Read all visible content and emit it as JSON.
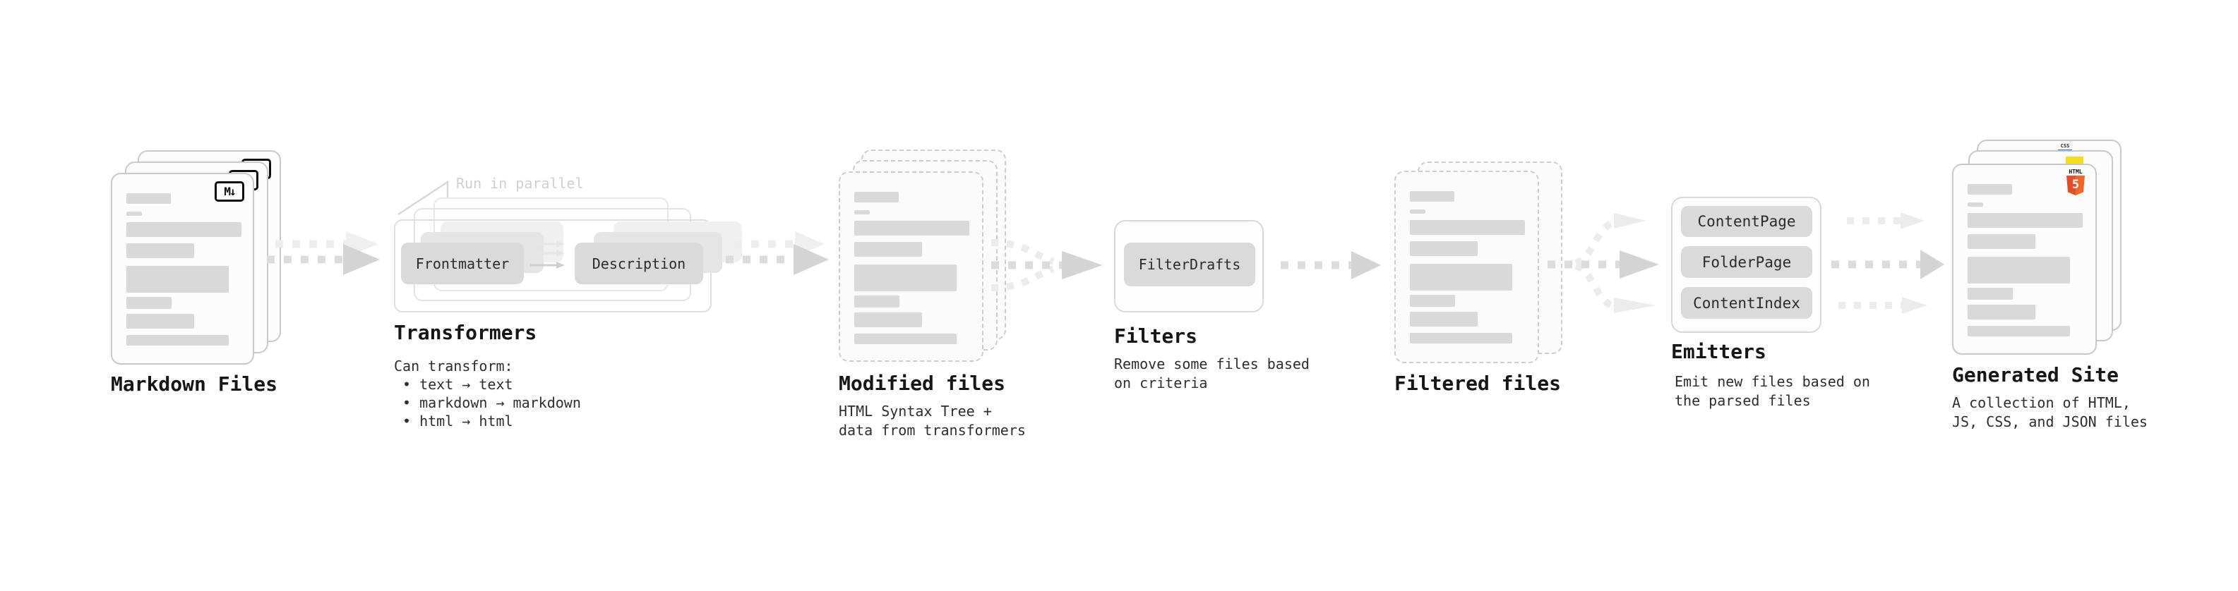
{
  "stages": {
    "markdown": {
      "title": "Markdown Files",
      "icon_text": "M↓"
    },
    "transformers": {
      "title": "Transformers",
      "note": "Run in parallel",
      "box_a": "Frontmatter",
      "box_b": "Description",
      "desc_heading": "Can transform:",
      "bullets": [
        "text → text",
        "markdown → markdown",
        "html → html"
      ]
    },
    "modified": {
      "title": "Modified files",
      "desc_lines": [
        "HTML Syntax Tree +",
        "data from transformers"
      ]
    },
    "filters": {
      "title": "Filters",
      "box": "FilterDrafts",
      "desc_lines": [
        "Remove some files based",
        "on criteria"
      ]
    },
    "filtered": {
      "title": "Filtered files"
    },
    "emitters": {
      "title": "Emitters",
      "boxes": [
        "ContentPage",
        "FolderPage",
        "ContentIndex"
      ],
      "desc_lines": [
        "Emit new files based on",
        "the parsed files"
      ]
    },
    "generated": {
      "title": "Generated Site",
      "desc_lines": [
        "A collection of HTML,",
        "JS, CSS, and JSON files"
      ],
      "badges": {
        "css": "CSS",
        "html_label": "HTML",
        "html_number": "5"
      }
    }
  },
  "colors": {
    "html5_orange": "#e44d26",
    "html5_orange_light": "#f16529",
    "js_yellow": "#f5de19",
    "css_blue": "#2f6fe4",
    "arrow_gray": "#dcdcdc",
    "box_gray": "#dadada",
    "bar_gray": "#d9d9d9",
    "note_gray": "#cfcfcf"
  }
}
